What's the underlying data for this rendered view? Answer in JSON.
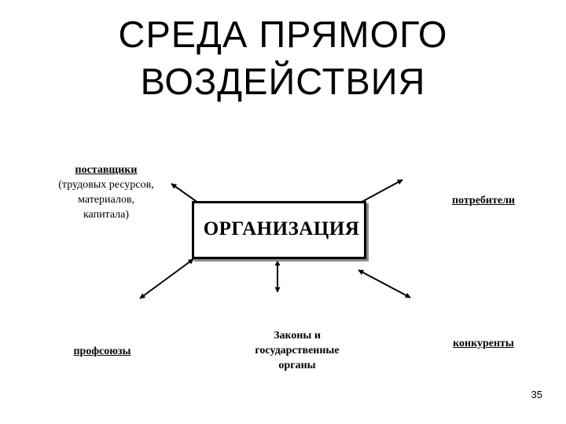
{
  "title": {
    "line1": "СРЕДА ПРЯМОГО",
    "line2": "ВОЗДЕЙСТВИЯ"
  },
  "center": "ОРГАНИЗАЦИЯ",
  "nodes": {
    "suppliers": {
      "head": "поставщики",
      "sub1": "(трудовых ресурсов,",
      "sub2": "материалов,",
      "sub3": "капитала)"
    },
    "consumers": {
      "head": "потребители"
    },
    "unions": {
      "head": "профсоюзы"
    },
    "laws": {
      "line1": "Законы и",
      "line2": "государственные",
      "line3": "органы"
    },
    "competitors": {
      "head": "конкуренты"
    }
  },
  "page_number": "35"
}
